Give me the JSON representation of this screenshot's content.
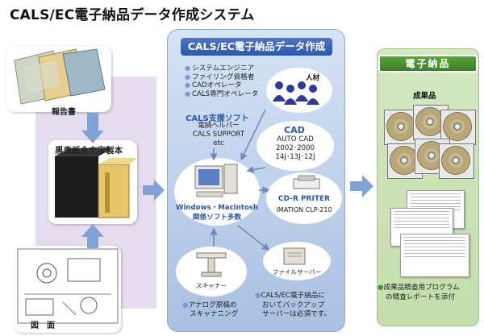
{
  "title": "CALS/EC電子納品データ作成システム",
  "left": {
    "reports_label": "報告書",
    "binding_label": "黒表紙金文字製本",
    "drawings_label": "図　面"
  },
  "center": {
    "title": "CALS/EC電子納品データ作成",
    "staff": [
      "システムエンジニア",
      "ファイリング資格者",
      "CADオペレータ",
      "CALS専門オペレータ"
    ],
    "staff_label": "人材",
    "software_title": "CALS支援ソフト",
    "software_items": [
      "電納ヘルパー",
      "CALS SUPPORT",
      "etc"
    ],
    "pc_label_1": "Windows・Macintosh",
    "pc_label_2": "関係ソフト多数",
    "cad_title": "CAD",
    "cad_items": [
      "AUTO CAD",
      "2002･2000",
      "14J･13J･12J"
    ],
    "printer_title": "CD-R PRITER",
    "printer_model": "IMATION CLP-210",
    "file_server_label": "ファイルサーバー",
    "scanner_label": "スキャナー",
    "scan_note": [
      "アナログ原稿の",
      "スキャナニング"
    ],
    "backup_note": [
      "CALS/EC電子納品に",
      "おいてバックアップ",
      "サーバーは必須です。"
    ]
  },
  "right": {
    "title": "電子納品",
    "deliverables_label": "成果品",
    "note": [
      "成果品精査用プログラム",
      "の精査レポートを添付"
    ]
  },
  "colors": {
    "center_panel": "#b9cdea",
    "center_title": "#3a62b6",
    "right_panel": "#cce3b8",
    "right_title": "#4a9130",
    "left_panel": "#e6dcef",
    "arrow": "#7fa3d6"
  }
}
